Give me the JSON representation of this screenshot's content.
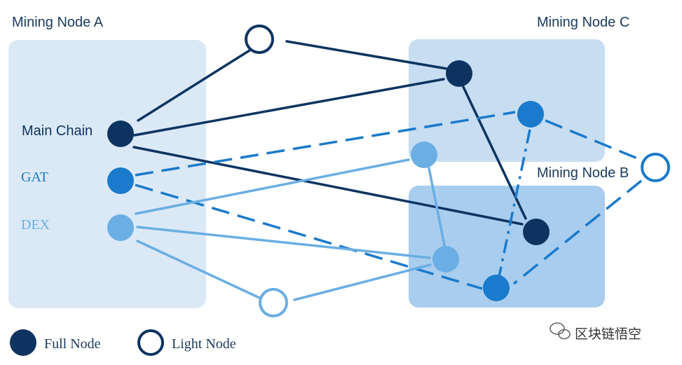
{
  "regions": {
    "a": {
      "title": "Mining Node A"
    },
    "b": {
      "title": "Mining Node B"
    },
    "c": {
      "title": "Mining Node C"
    }
  },
  "rows": {
    "main_chain": "Main Chain",
    "gat": "GAT",
    "dex": "DEX"
  },
  "legend": {
    "full_node": "Full Node",
    "light_node": "Light Node"
  },
  "watermark": {
    "text": "区块链悟空",
    "icon": "wechat-icon"
  },
  "colors": {
    "main_chain": "#0d3461",
    "gat": "#1a7acb",
    "dex": "#6aaee3",
    "region_a": "#dbe9f7",
    "region_b": "#a9cdef",
    "region_c": "#c7ddf2"
  }
}
